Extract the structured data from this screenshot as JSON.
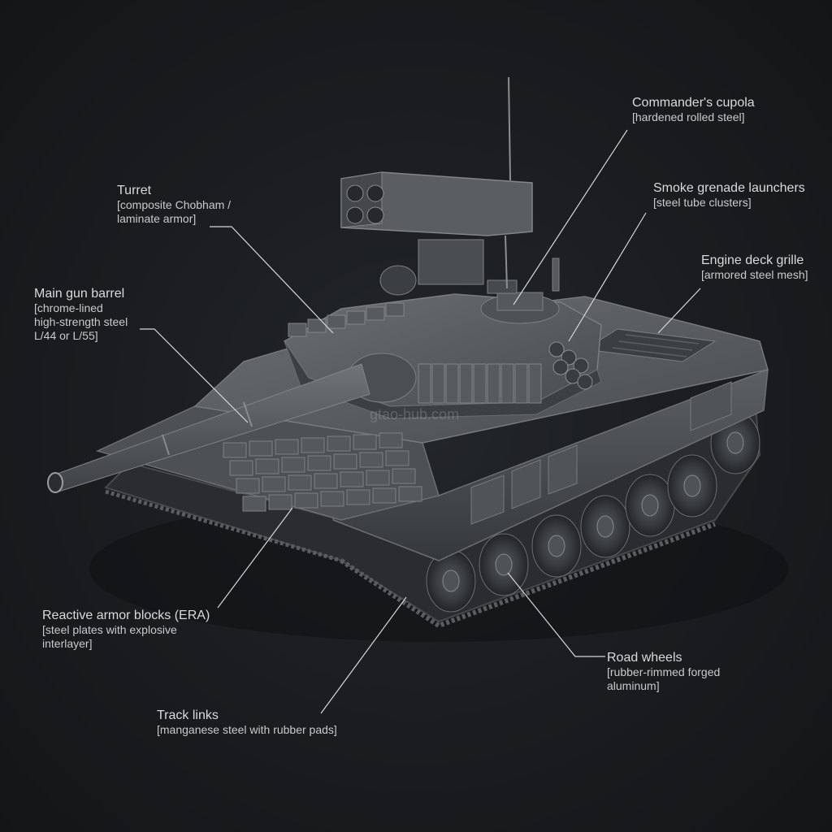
{
  "watermark": "gtao-hub.com",
  "callouts": [
    {
      "id": "cupola",
      "title": "Commander's cupola",
      "material": "[hardened rolled steel]"
    },
    {
      "id": "turret",
      "title": "Turret",
      "material": "[composite Chobham /\nlaminate armor]"
    },
    {
      "id": "smoke",
      "title": "Smoke grenade launchers",
      "material": "[steel tube clusters]"
    },
    {
      "id": "engine",
      "title": "Engine deck grille",
      "material": "[armored steel mesh]"
    },
    {
      "id": "gun",
      "title": "Main gun barrel",
      "material": "[chrome-lined\nhigh-strength steel\nL/44 or L/55]"
    },
    {
      "id": "era",
      "title": "Reactive armor blocks (ERA)",
      "material": "[steel plates with explosive\ninterlayer]"
    },
    {
      "id": "wheels",
      "title": "Road wheels",
      "material": "[rubber-rimmed forged\naluminum]"
    },
    {
      "id": "tracks",
      "title": "Track links",
      "material": "[manganese steel with rubber pads]"
    }
  ]
}
